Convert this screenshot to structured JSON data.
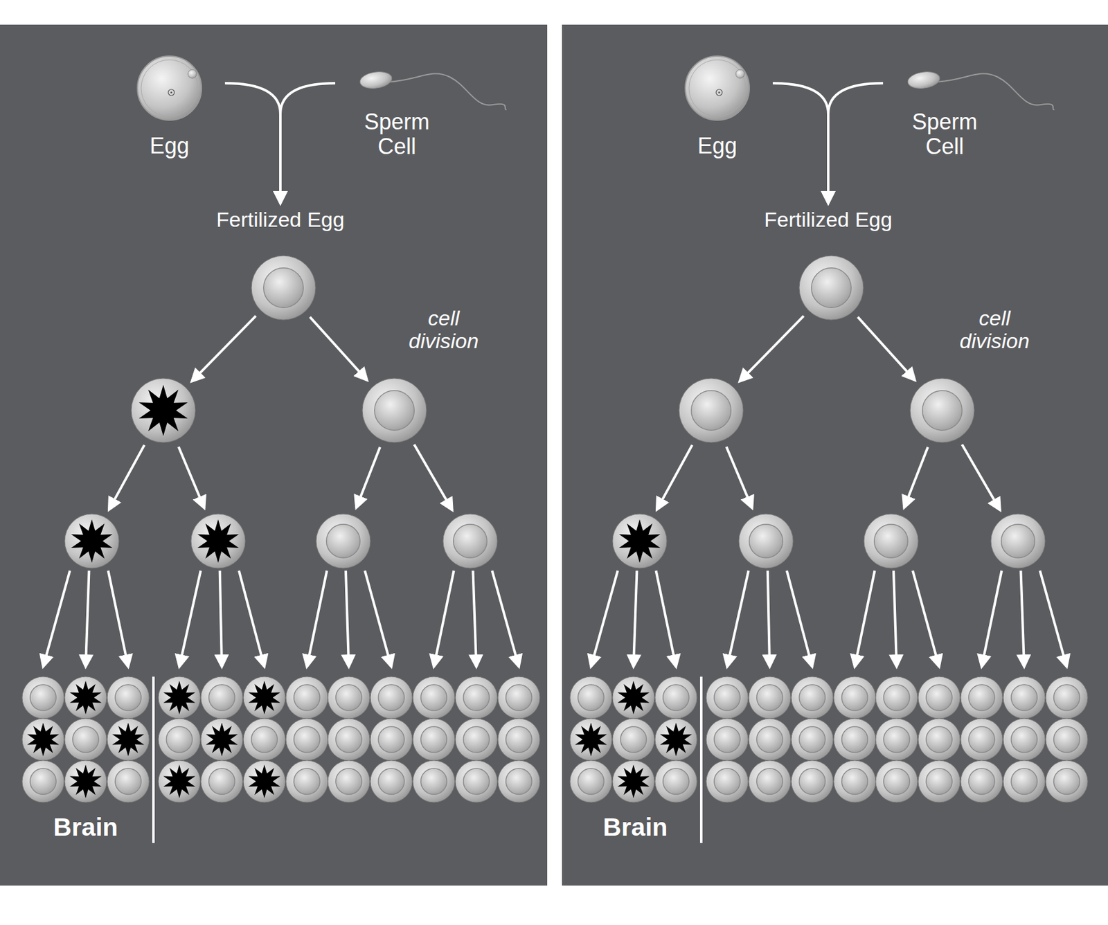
{
  "diagram": {
    "nodes": [
      {
        "text": [
          "Egg"
        ]
      },
      {
        "text": [
          "Sperm Cell"
        ]
      },
      {
        "text": [
          "Fertilized Egg"
        ]
      },
      {
        "text": [
          "Egg"
        ]
      },
      {
        "text": [
          "Sperm Cell"
        ]
      },
      {
        "text": [
          "Fertilized Egg"
        ]
      }
    ],
    "edges": [
      {
        "from": 0,
        "to": 2,
        "arrow": "to"
      },
      {
        "from": 1,
        "to": 2,
        "arrow": "to"
      },
      {
        "from": 3,
        "to": 5,
        "arrow": "to"
      },
      {
        "from": 4,
        "to": 5,
        "arrow": "to"
      }
    ],
    "labels": [
      "cell division",
      "Brain",
      "cell division",
      "Brain"
    ]
  }
}
